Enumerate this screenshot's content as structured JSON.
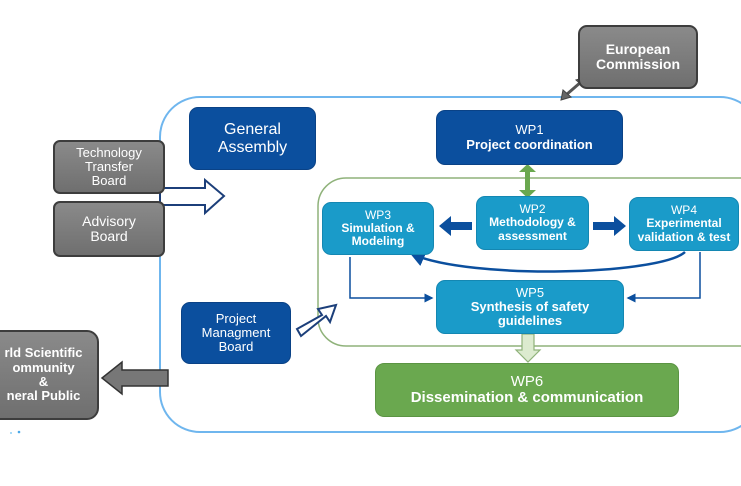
{
  "diagram": {
    "external": {
      "european_commission": [
        "European",
        "Commission"
      ],
      "technology_transfer_board": [
        "Technology",
        "Transfer",
        "Board"
      ],
      "advisory_board": [
        "Advisory",
        "Board"
      ],
      "world_scientific_community": [
        "rld Scientific",
        "ommunity",
        "&",
        "neral Public"
      ]
    },
    "governance": {
      "general_assembly": [
        "General",
        "Assembly"
      ],
      "project_management_board": [
        "Project",
        "Managment",
        "Board"
      ]
    },
    "work_packages": {
      "wp1": {
        "id": "WP1",
        "title": "Project coordination"
      },
      "wp2": {
        "id": "WP2",
        "title_lines": [
          "Methodology &",
          "assessment"
        ]
      },
      "wp3": {
        "id": "WP3",
        "title_lines": [
          "Simulation &",
          "Modeling"
        ]
      },
      "wp4": {
        "id": "WP4",
        "title_lines": [
          "Experimental",
          "validation & test"
        ]
      },
      "wp5": {
        "id": "WP5",
        "title_lines": [
          "Synthesis of safety",
          "guidelines"
        ]
      },
      "wp6": {
        "id": "WP6",
        "title": "Dissemination & communication"
      }
    },
    "colors": {
      "navy": "#0b4f9e",
      "teal": "#1a9bc9",
      "green": "#6aa84f",
      "gray": "#7a7a7a",
      "outer_border": "#6fb6ee",
      "inner_border": "#8fb27a"
    }
  }
}
